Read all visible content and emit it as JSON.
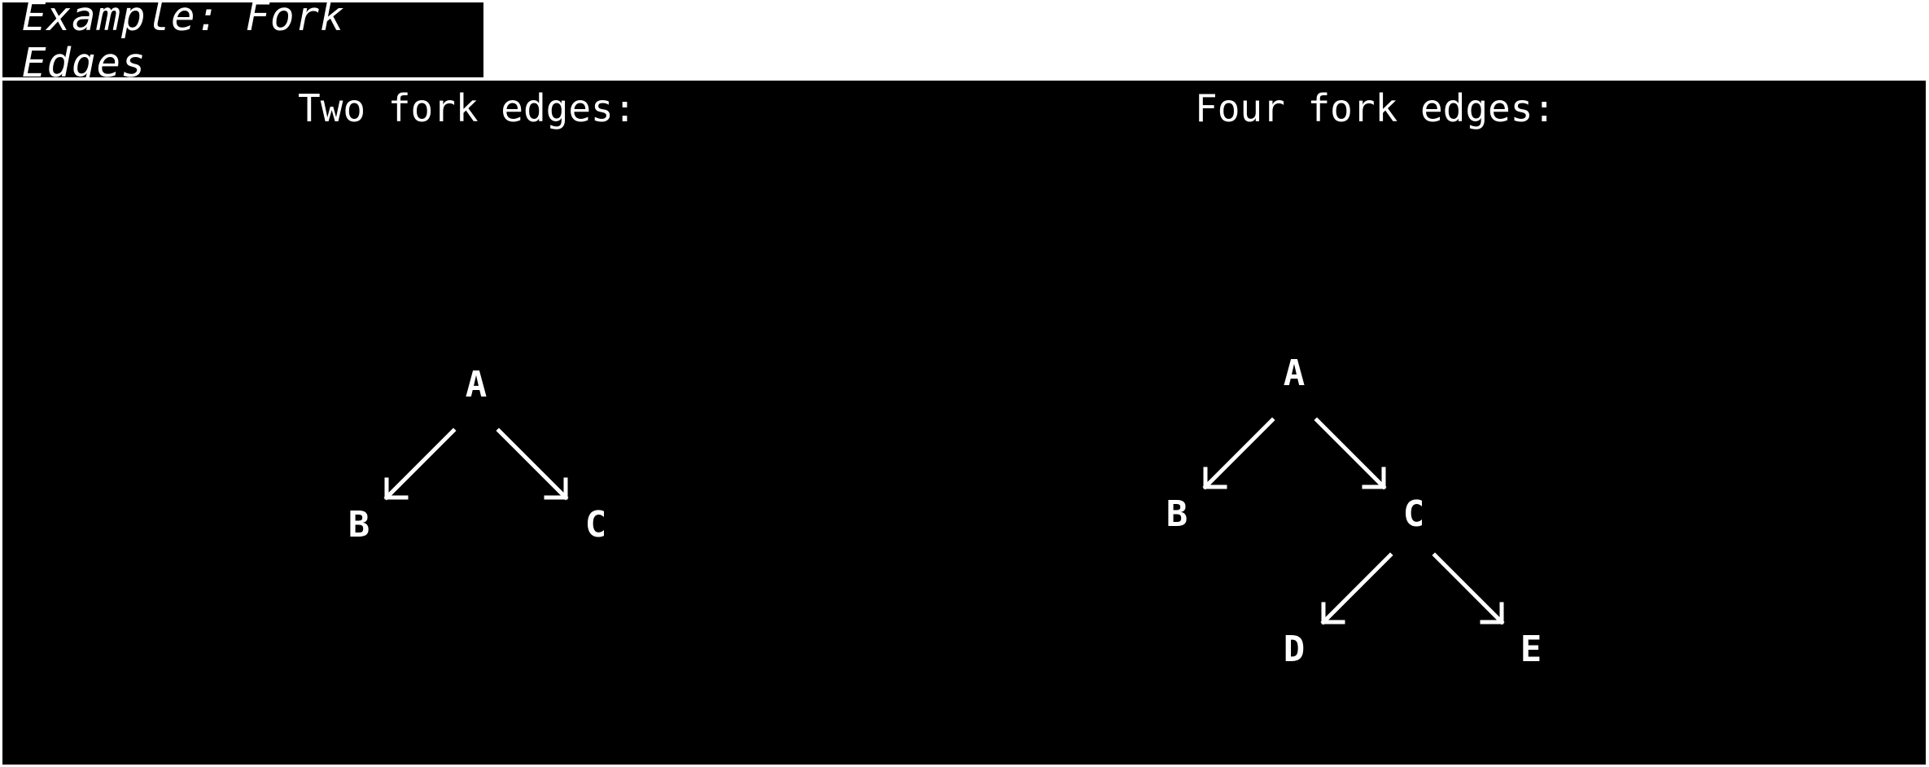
{
  "title": "Example: Fork Edges",
  "colors": {
    "background": "#000000",
    "foreground": "#ffffff",
    "page": "#ffffff"
  },
  "diagrams": [
    {
      "heading": "Two fork edges:",
      "nodes": [
        "A",
        "B",
        "C"
      ],
      "edges": [
        {
          "from": "A",
          "to": "B"
        },
        {
          "from": "A",
          "to": "C"
        }
      ]
    },
    {
      "heading": "Four fork edges:",
      "nodes": [
        "A",
        "B",
        "C",
        "D",
        "E"
      ],
      "edges": [
        {
          "from": "A",
          "to": "B"
        },
        {
          "from": "A",
          "to": "C"
        },
        {
          "from": "C",
          "to": "D"
        },
        {
          "from": "C",
          "to": "E"
        }
      ]
    }
  ]
}
